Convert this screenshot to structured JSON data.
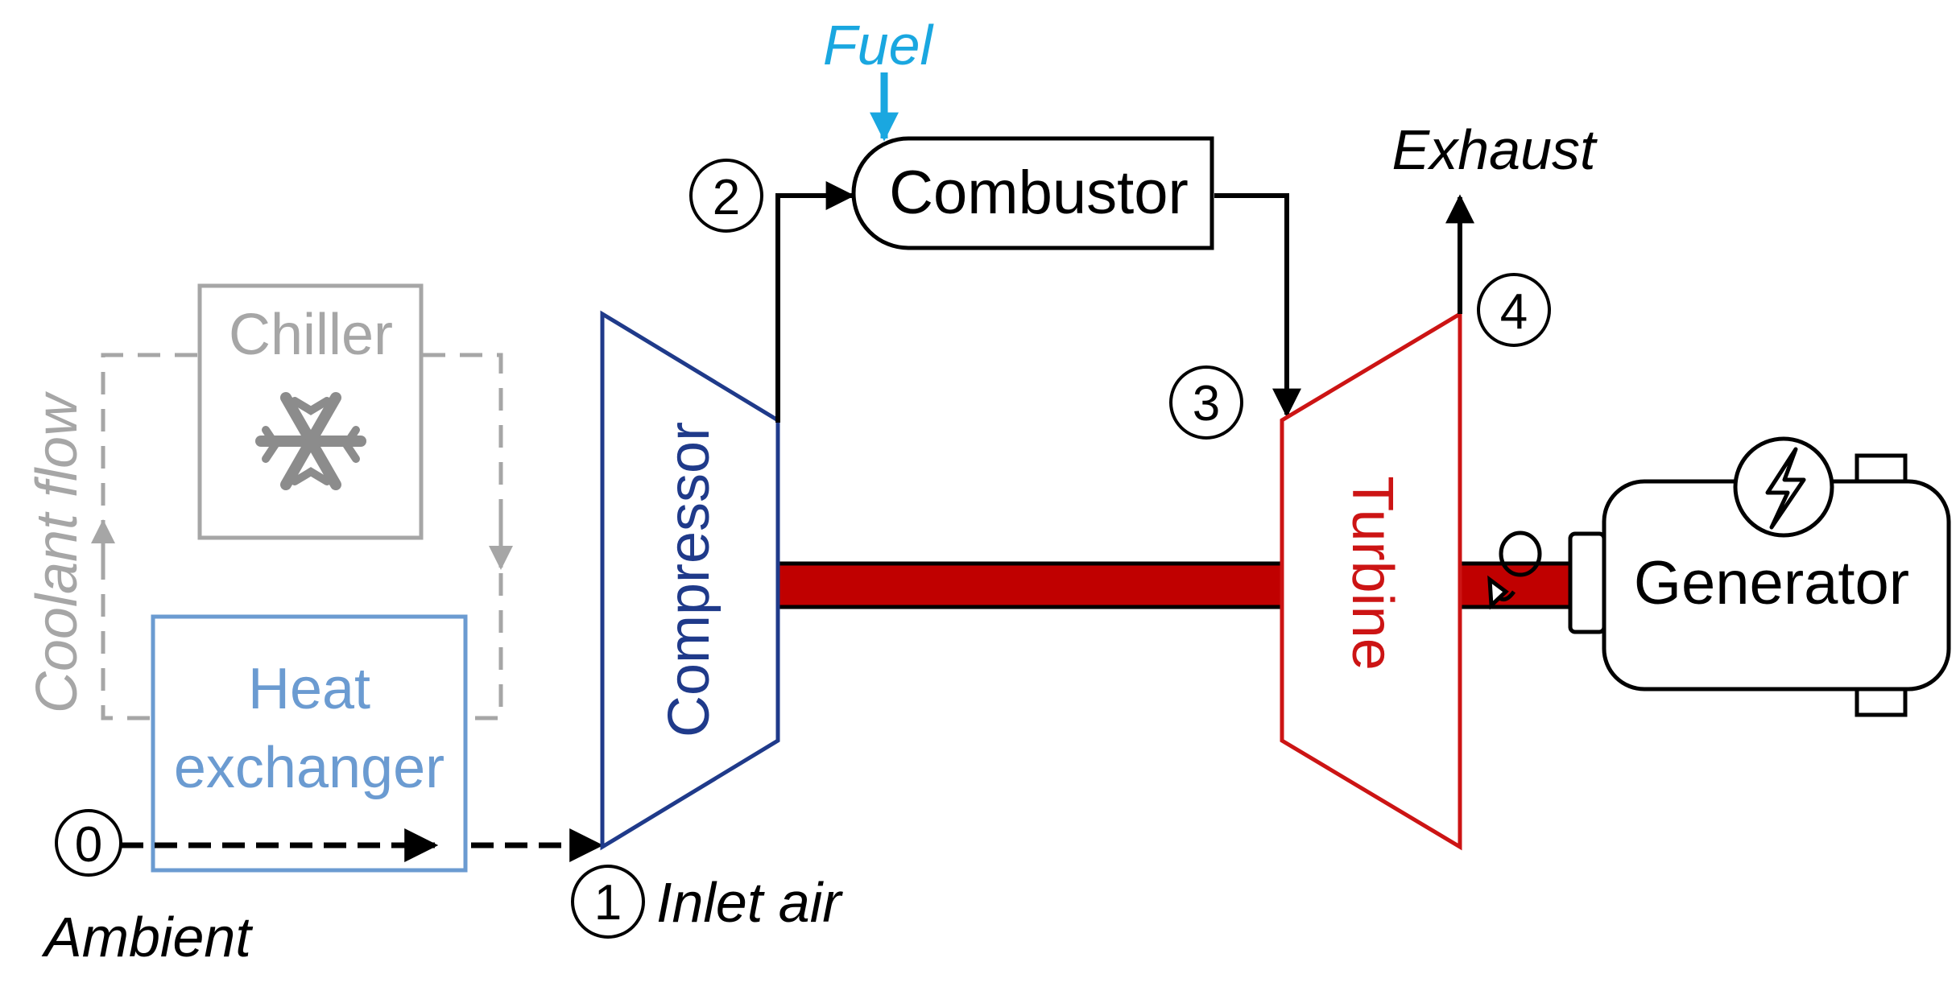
{
  "labels": {
    "fuel": "Fuel",
    "combustor": "Combustor",
    "exhaust": "Exhaust",
    "chiller": "Chiller",
    "coolant_flow": "Coolant flow",
    "heat_exchanger_line1": "Heat",
    "heat_exchanger_line2": "exchanger",
    "compressor": "Compressor",
    "turbine": "Turbine",
    "generator": "Generator",
    "inlet_air": "Inlet air",
    "ambient": "Ambient"
  },
  "states": {
    "s0": "0",
    "s1": "1",
    "s2": "2",
    "s3": "3",
    "s4": "4"
  },
  "colors": {
    "fuel": "#1aa7e0",
    "compressor": "#1f3a8a",
    "turbine": "#cc1414",
    "shaft": "#c00000",
    "heat_exchanger": "#6b9bd1",
    "chiller_loop": "#a6a6a6",
    "line": "#000000"
  },
  "icons": {
    "chiller_icon": "snowflake-icon",
    "generator_icon": "lightning-bolt-icon",
    "shaft_rotation_icon": "rotation-arrow-icon"
  }
}
